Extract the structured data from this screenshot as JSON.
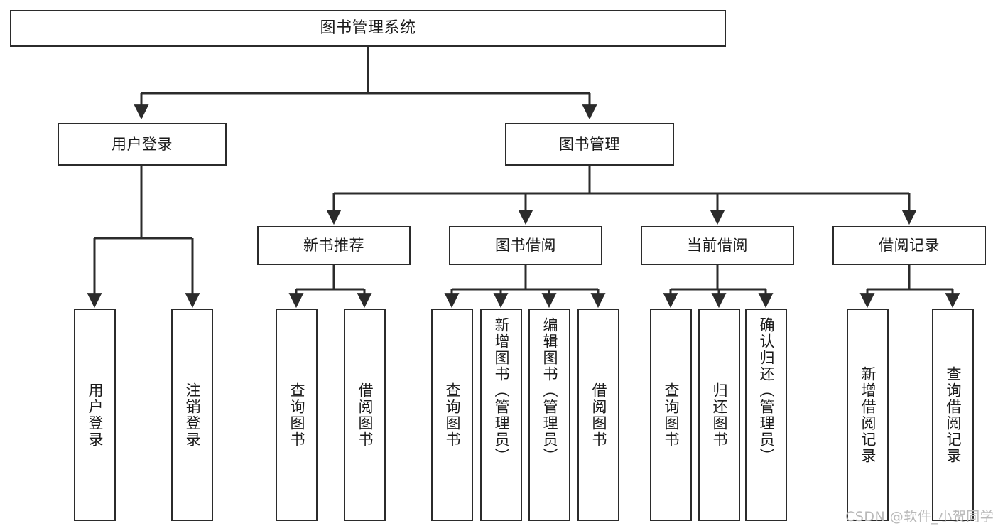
{
  "diagram": {
    "type": "tree",
    "title": "图书管理系统",
    "style": {
      "box_stroke": "#2b2b2b",
      "box_fill": "#ffffff",
      "connector_stroke": "#2b2b2b",
      "background": "#ffffff",
      "text_color": "#1a1a1a"
    },
    "root": {
      "id": "root",
      "label": "图书管理系统"
    },
    "level2": [
      {
        "id": "user-login",
        "label": "用户登录"
      },
      {
        "id": "book-management",
        "label": "图书管理"
      }
    ],
    "level3": [
      {
        "id": "new-book-recommend",
        "label": "新书推荐"
      },
      {
        "id": "book-borrow",
        "label": "图书借阅"
      },
      {
        "id": "current-borrow",
        "label": "当前借阅"
      },
      {
        "id": "borrow-record",
        "label": "借阅记录"
      }
    ],
    "leaves": {
      "user_login": [
        {
          "id": "leaf-user-login",
          "label": "用户登录"
        },
        {
          "id": "leaf-logout-login",
          "label": "注销登录"
        }
      ],
      "new_book_recommend": [
        {
          "id": "leaf-query-book-1",
          "label": "查询图书"
        },
        {
          "id": "leaf-borrow-book-1",
          "label": "借阅图书"
        }
      ],
      "book_borrow": [
        {
          "id": "leaf-query-book-2",
          "label": "查询图书"
        },
        {
          "id": "leaf-add-book",
          "label": "新增图书（管理员）"
        },
        {
          "id": "leaf-edit-book",
          "label": "编辑图书（管理员）"
        },
        {
          "id": "leaf-borrow-book-2",
          "label": "借阅图书"
        }
      ],
      "current_borrow": [
        {
          "id": "leaf-query-book-3",
          "label": "查询图书"
        },
        {
          "id": "leaf-return-book",
          "label": "归还图书"
        },
        {
          "id": "leaf-confirm-return",
          "label": "确认归还（管理员）"
        }
      ],
      "borrow_record": [
        {
          "id": "leaf-add-record",
          "label": "新增借阅记录"
        },
        {
          "id": "leaf-query-record",
          "label": "查询借阅记录"
        }
      ]
    }
  },
  "watermark": {
    "text": "CSDN @软件_小贺同学"
  }
}
